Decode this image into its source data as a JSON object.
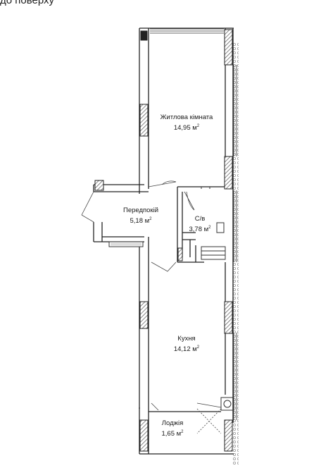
{
  "header": {
    "caption": "до поверху"
  },
  "rooms": [
    {
      "id": "living",
      "name": "Житлова кімната",
      "area": "14,95 м",
      "unit_sup": "2"
    },
    {
      "id": "hall",
      "name": "Передпокій",
      "area": "5,18 м",
      "unit_sup": "2"
    },
    {
      "id": "bath",
      "name": "С/в",
      "area": "3,78 м",
      "unit_sup": "2"
    },
    {
      "id": "kitchen",
      "name": "Кухня",
      "area": "14,12 м",
      "unit_sup": "2"
    },
    {
      "id": "loggia",
      "name": "Лоджія",
      "area": "1,65 м",
      "unit_sup": "2"
    }
  ],
  "colors": {
    "wall": "#222222",
    "hatch": "#555555",
    "facade": "#bbbbbb",
    "line": "#333333"
  }
}
